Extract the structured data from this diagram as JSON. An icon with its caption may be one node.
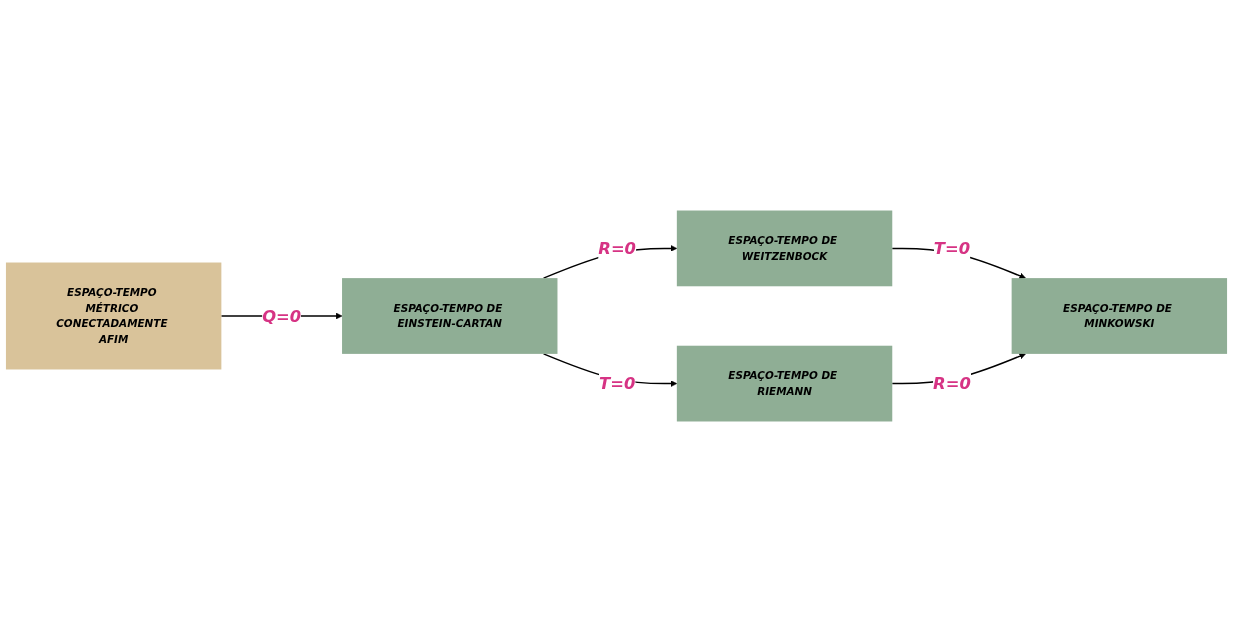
{
  "diagram": {
    "nodes": [
      {
        "text": [
          "ESPAÇO-TEMPO MÉTRICO CONECTADAMENTE AFIM"
        ]
      },
      {
        "text": [
          "ESPAÇO-TEMPO DE EINSTEIN-CARTAN"
        ]
      },
      {
        "text": [
          "ESPAÇO-TEMPO DE WEITZENBOCK"
        ]
      },
      {
        "text": [
          "ESPAÇO-TEMPO DE RIEMANN"
        ]
      },
      {
        "text": [
          "ESPAÇO-TEMPO DE MINKOWSKI"
        ]
      }
    ],
    "edges": [
      {
        "from": 0,
        "to": 1,
        "arrow": "to",
        "label": "Q=0"
      },
      {
        "from": 1,
        "to": 2,
        "arrow": "to",
        "label": "R=0"
      },
      {
        "from": 1,
        "to": 3,
        "arrow": "to",
        "label": "T=0"
      },
      {
        "from": 2,
        "to": 4,
        "arrow": "to",
        "label": "T=0"
      },
      {
        "from": 3,
        "to": 4,
        "arrow": "to",
        "label": "R=0"
      }
    ]
  }
}
